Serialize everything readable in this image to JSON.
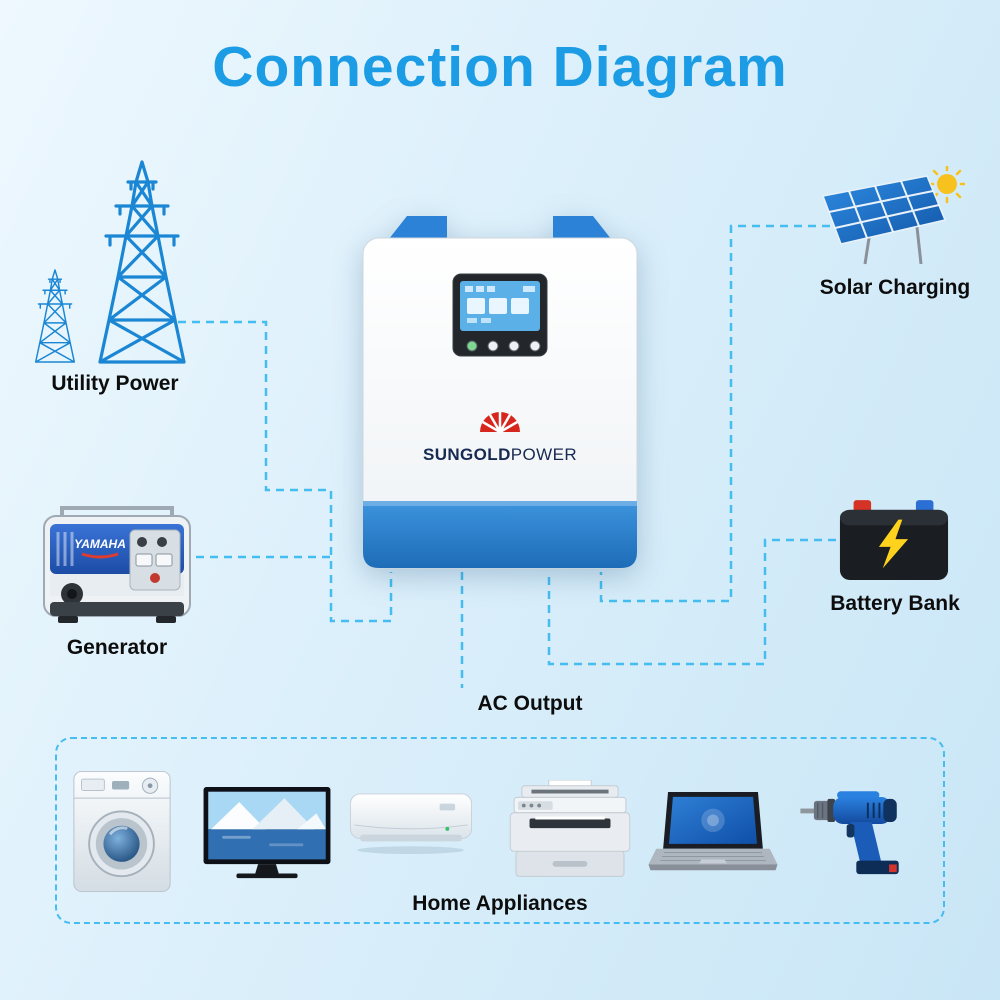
{
  "title": "Connection Diagram",
  "colors": {
    "title": "#1b9ce5",
    "line": "#45bdf0",
    "inverter_blue": "#2f86d2"
  },
  "nodes": {
    "utility": {
      "label": "Utility Power",
      "icon": "transmission-towers-icon"
    },
    "generator": {
      "label": "Generator",
      "brand": "YAMAHA",
      "icon": "generator-icon"
    },
    "solar": {
      "label": "Solar Charging",
      "icon": "solar-panel-icon"
    },
    "battery": {
      "label": "Battery Bank",
      "icon": "battery-icon"
    },
    "ac_output": {
      "label": "AC Output"
    },
    "appliances": {
      "label": "Home Appliances",
      "items": [
        "washing-machine-icon",
        "tv-icon",
        "air-conditioner-icon",
        "printer-icon",
        "laptop-icon",
        "drill-icon"
      ]
    }
  },
  "inverter": {
    "brand_primary": "SUNGOLD",
    "brand_secondary": "POWER"
  }
}
